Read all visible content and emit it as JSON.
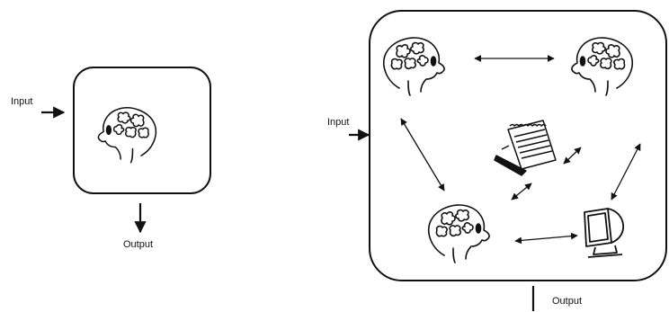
{
  "diagrams": [
    {
      "input_label": "Input",
      "output_label": "Output",
      "content": [
        "head"
      ]
    },
    {
      "input_label": "Input",
      "output_label": "Output",
      "content": [
        "head",
        "head",
        "head",
        "notepad-with-pencil",
        "computer-monitor"
      ]
    }
  ],
  "colors": {
    "ink": "#111111",
    "background": "#ffffff"
  }
}
